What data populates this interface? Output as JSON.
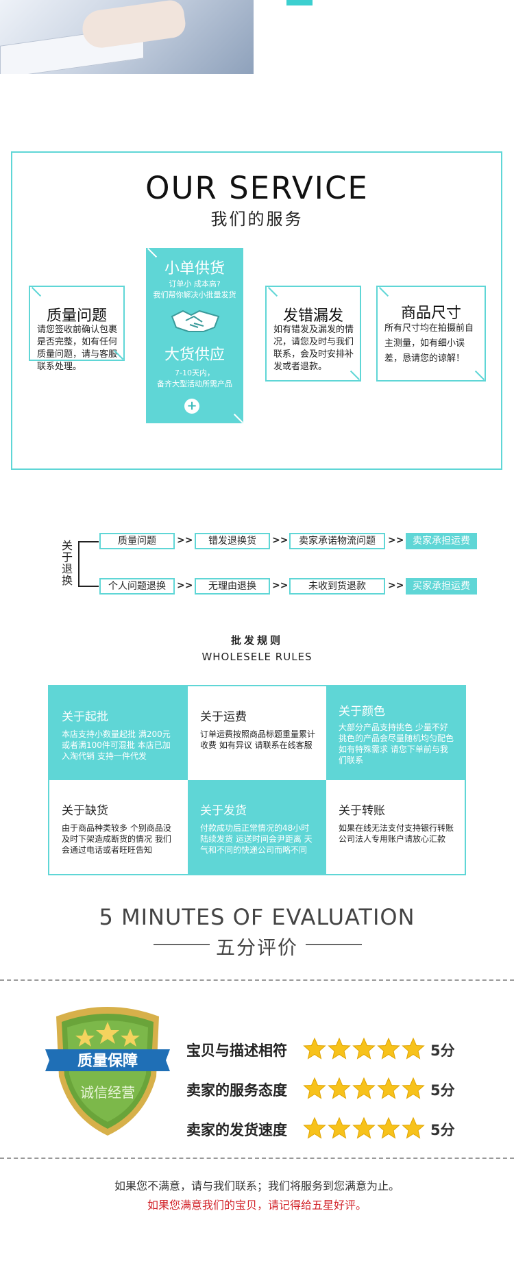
{
  "service": {
    "title": "OUR  SERVICE",
    "subtitle": "我们的服务",
    "cards": [
      {
        "title": "质量问题",
        "body": "请您签收前确认包裹是否完整，如有任何质量问题，请与客服联系处理。"
      },
      {
        "title": "发错漏发",
        "body": "如有错发及漏发的情况，请您及时与我们联系，会及时安排补发或者退款。"
      },
      {
        "title": "商品尺寸",
        "body": "所有尺寸均在拍摄前自主测量，如有细小误差，恳请您的谅解！"
      }
    ],
    "center": {
      "top_title": "小单供货",
      "top_line1": "订单小 成本高?",
      "top_line2": "我们帮你解决小批量发货",
      "bottom_title": "大货供应",
      "bottom_line1": "7-10天内，",
      "bottom_line2": "备齐大型活动所需产品",
      "plus": "+"
    }
  },
  "flow": {
    "label": "关于退换",
    "arrow": ">>",
    "row1": [
      "质量问题",
      "错发退换货",
      "卖家承诺物流问题",
      "卖家承担运费"
    ],
    "row2": [
      "个人问题退换",
      "无理由退换",
      "未收到货退款",
      "买家承担运费"
    ]
  },
  "wholesale": {
    "title": "批发规则",
    "subtitle": "WHOLESELE RULES",
    "cells": [
      {
        "h": "关于起批",
        "b": "本店支持小数量起批 满200元或者满100件可混批 本店已加入淘代销 支持一件代发"
      },
      {
        "h": "关于运费",
        "b": "订单运费按照商品标题重量累计收费 如有异议 请联系在线客服"
      },
      {
        "h": "关于颜色",
        "b": "大部分产品支持挑色 少量不好挑色的产品会尽量随机均匀配色 如有特殊需求 请您下单前与我们联系"
      },
      {
        "h": "关于缺货",
        "b": "由于商品种类较多 个别商品没及时下架造成断货的情况 我们会通过电话或者旺旺告知"
      },
      {
        "h": "关于发货",
        "b": "付款成功后正常情况的48小时陆续发货 运送时间会尹距离 天气和不同的快递公司而略不同"
      },
      {
        "h": "关于转账",
        "b": "如果在线无法支付支持银行转账 公司法人专用账户请放心汇款"
      }
    ]
  },
  "evaluation": {
    "title": "5 MINUTES OF EVALUATION",
    "subtitle": "五分评价",
    "badge_top": "质量保障",
    "badge_bottom": "诚信经营",
    "ratings": [
      {
        "label": "宝贝与描述相符",
        "stars": 5,
        "score": "5分"
      },
      {
        "label": "卖家的服务态度",
        "stars": 5,
        "score": "5分"
      },
      {
        "label": "卖家的发货速度",
        "stars": 5,
        "score": "5分"
      }
    ],
    "footer_line1": "如果您不满意，请与我们联系；我们将服务到您满意为止。",
    "footer_line2": "如果您满意我们的宝贝，请记得给五星好评。"
  },
  "colors": {
    "accent": "#5fd6d6",
    "star": "#f7c21b",
    "red": "#d2232a",
    "badge_green": "#6aa43a"
  }
}
